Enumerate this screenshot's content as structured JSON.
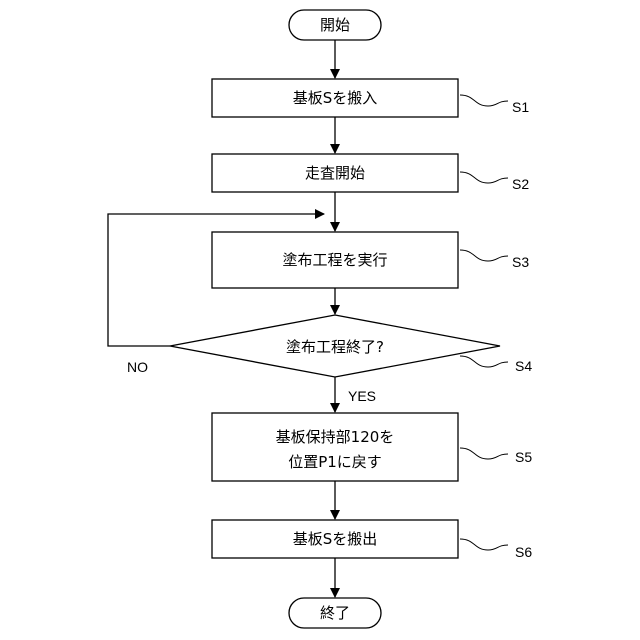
{
  "flowchart": {
    "start": "開始",
    "s1": "基板Sを搬入",
    "s2": "走査開始",
    "s3": "塗布工程を実行",
    "s4": "塗布工程終了?",
    "s5_line1": "基板保持部120を",
    "s5_line2": "位置P1に戻す",
    "s6": "基板Sを搬出",
    "end": "終了",
    "yes": "YES",
    "no": "NO"
  },
  "step_labels": {
    "s1": "S1",
    "s2": "S2",
    "s3": "S3",
    "s4": "S4",
    "s5": "S5",
    "s6": "S6"
  }
}
